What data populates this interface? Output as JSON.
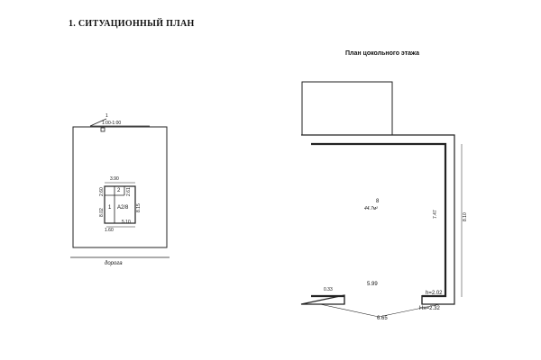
{
  "header": {
    "title": "1. СИТУАЦИОННЫЙ ПЛАН",
    "floor_plan_title": "План цокольного этажа"
  },
  "site_plan": {
    "north_marker": "1",
    "scale": "1:00-1:00",
    "dim_top": "3.90",
    "dim_left_upper": "2.60",
    "dim_right_upper": "2.61",
    "dim_left": "8.02",
    "dim_right": "8.15",
    "dim_bottom": "5.10",
    "dim_bottom_left": "1.60",
    "room_upper": "2",
    "room_left": "1",
    "building_label": "А2/8",
    "road_label": "дорога"
  },
  "floor_plan": {
    "room_number": "8",
    "room_area": "44.7м²",
    "dim_inner_right": "7.47",
    "dim_outer_right": "8.10",
    "dim_inner_width": "5.99",
    "dim_door_width": "0.33",
    "dim_outer_width": "6.65",
    "height_label": "h=2.02",
    "total_height_label": "Hн=2.32"
  }
}
